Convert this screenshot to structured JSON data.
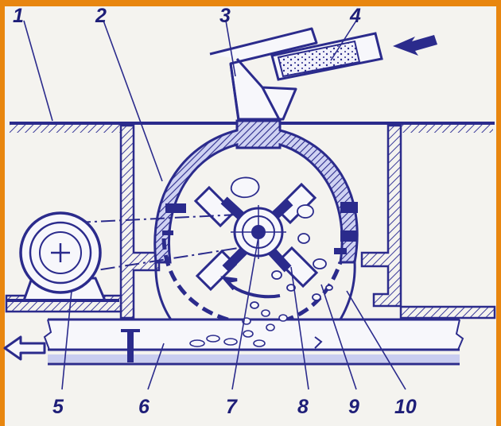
{
  "labels": {
    "n1": "1",
    "n2": "2",
    "n3": "3",
    "n4": "4",
    "n5": "5",
    "n6": "6",
    "n7": "7",
    "n8": "8",
    "n9": "9",
    "n10": "10"
  },
  "colors": {
    "border": "#e8860f",
    "paper": "#f4f3ef",
    "ink": "#2b2b8c",
    "hatch": "#3a3a9a",
    "tint": "#c9cdf0"
  },
  "icons": [
    "inflow-arrow-icon",
    "outflow-arrow-icon",
    "motor-icon",
    "rotor-icon"
  ]
}
